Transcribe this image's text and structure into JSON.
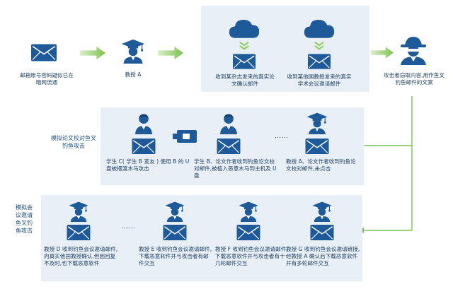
{
  "top_row": {
    "leaked_label": "邮箱账号密码疑似已在暗网流通",
    "prof_a_label": "教授 A",
    "mail1_label": "收到某杂志发来的真实论文确认邮件",
    "mail2_label": "收到某他国教授发来的真实学术会议邀请邮件",
    "attacker_label": "攻击者窃取内容,用作鱼叉钓鱼邮件的文案"
  },
  "middle_row": {
    "side_label": "模拟论文校对鱼叉钓鱼攻击",
    "student_c_label": "学生 C( 学生 B 室友 ) 使用 B 的 U 盘被摆渡木马攻击",
    "student_b_label": "学生 B、论文作者收到钓鱼论文校对邮件,被植入恶意木马到主机及 U 盘",
    "dots": "……",
    "prof_a_label": "教授 A、论文作者收到钓鱼论文校对邮件,未点击"
  },
  "bottom_row": {
    "side_label": "模拟会议邀请鱼叉钓鱼攻击",
    "prof_d_label": "教授 D 收到钓鱼会议邀请邮件,向真实他国教授确认,但因回复不及时,也下载恶意软件",
    "dots": "……",
    "prof_e_label": "教授 E 收到钓鱼会议邀请邮件,下载恶意软件并与攻击者有邮件交互",
    "prof_f_label": "教授 F 收到钓鱼会议邀请邮件,下载恶意软件并与攻击者有十几轮邮件交互",
    "prof_g_label": "教授 G 收到钓鱼会议邀请链接,经教授 A 确认后下载恶意软件并有多轮邮件交互"
  },
  "colors": {
    "primary_blue": "#1e5a99",
    "panel_bg": "#e8eff6",
    "arrow_green": "#8fcf5a",
    "line_green": "#7cc24e",
    "text": "#1f3f66"
  },
  "icons": [
    "envelope-icon",
    "professor-icon",
    "cloud-download-icon",
    "hacker-icon",
    "student-icon",
    "usb-drive-icon",
    "arrow-right-icon"
  ]
}
